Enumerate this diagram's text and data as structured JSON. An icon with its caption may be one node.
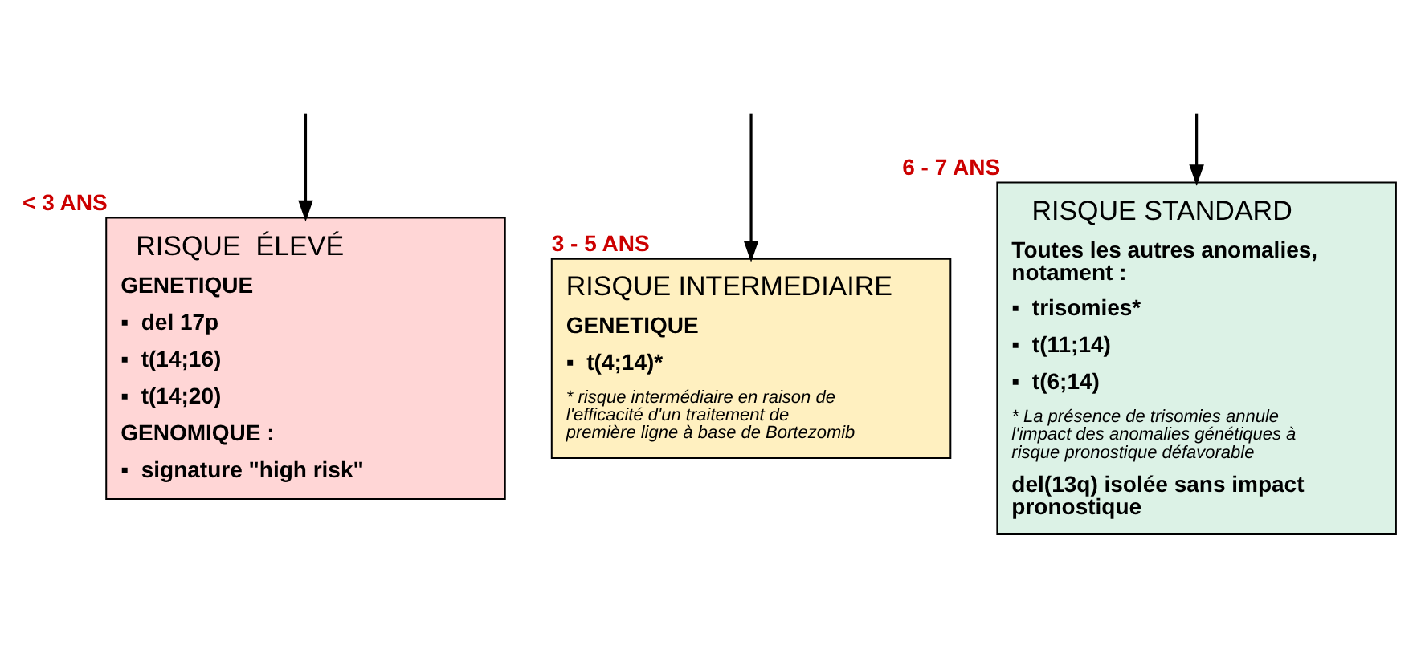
{
  "diagram": {
    "nodes": [
      {
        "text": [
          "RISQUE  ÉLEVÉ",
          "GENETIQUE",
          "▪  del 17p",
          "▪  t(14;16)",
          "▪  t(14;20)",
          "GENOMIQUE :",
          "▪  signature \"high risk\""
        ],
        "beside": [
          "< 3 ANS"
        ]
      },
      {
        "text": [
          "RISQUE INTERMEDIAIRE",
          "GENETIQUE",
          "▪  t(4;14)*",
          "* risque intermédiaire en raison de l'efficacité d'un traitement de première ligne à base de Bortezomib"
        ],
        "beside": [
          "3 - 5 ANS"
        ]
      },
      {
        "text": [
          "RISQUE STANDARD",
          "Toutes les autres anomalies, notament :",
          "▪  trisomies*",
          "▪  t(11;14)",
          "▪  t(6;14)",
          "* La présence de trisomies annule l'impact des anomalies génétiques à risque pronostique défavorable",
          "del(13q) isolée sans impact pronostique"
        ],
        "beside": [
          "6 - 7 ANS"
        ]
      }
    ],
    "edges": [
      {
        "from": null,
        "to": 0,
        "arrow": "to"
      },
      {
        "from": null,
        "to": 1,
        "arrow": "to"
      },
      {
        "from": null,
        "to": 2,
        "arrow": "to"
      }
    ]
  }
}
